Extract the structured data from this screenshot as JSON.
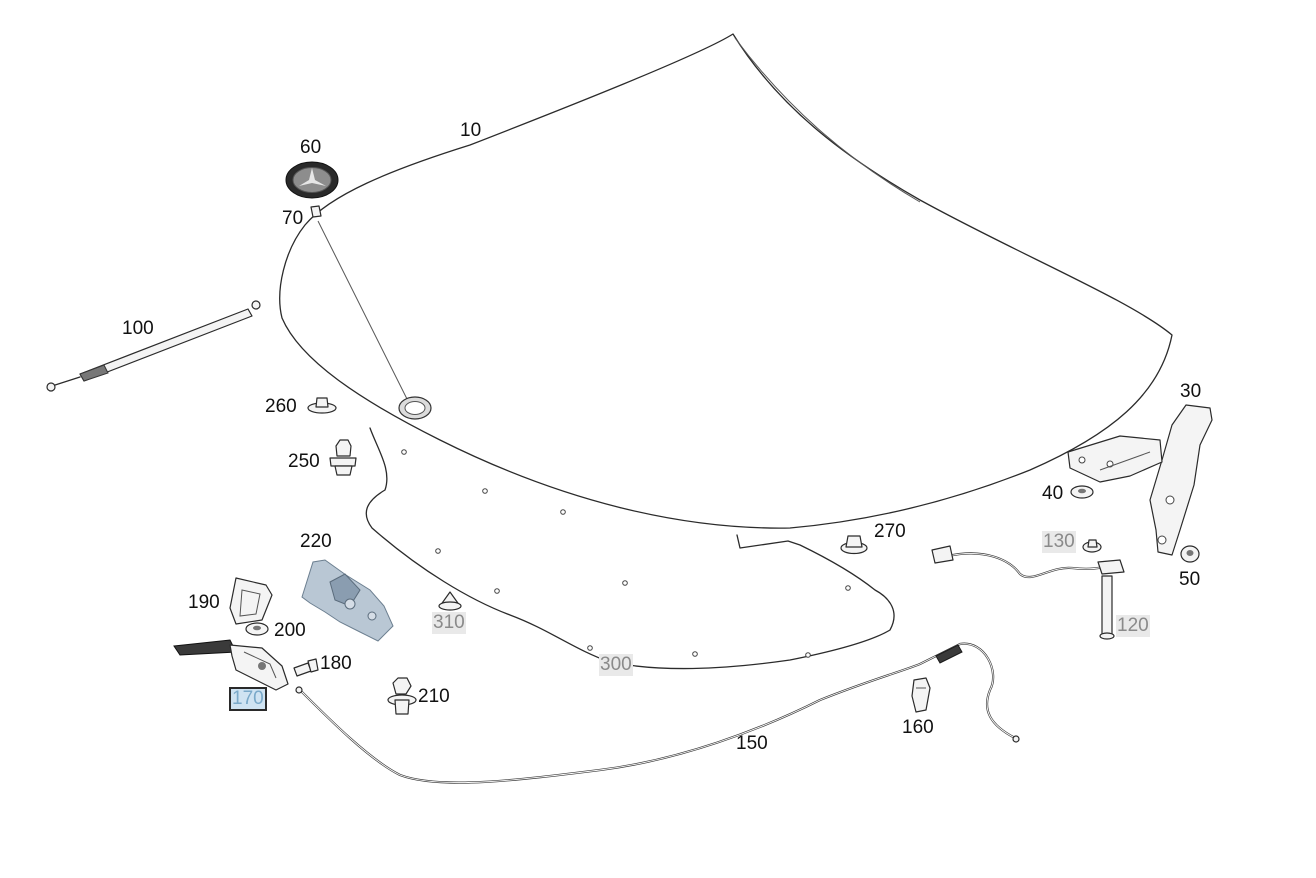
{
  "diagram": {
    "callouts": [
      {
        "id": "10",
        "label": "10",
        "style": "normal"
      },
      {
        "id": "30",
        "label": "30",
        "style": "normal"
      },
      {
        "id": "40",
        "label": "40",
        "style": "normal"
      },
      {
        "id": "50",
        "label": "50",
        "style": "normal"
      },
      {
        "id": "60",
        "label": "60",
        "style": "normal"
      },
      {
        "id": "70",
        "label": "70",
        "style": "normal"
      },
      {
        "id": "100",
        "label": "100",
        "style": "normal"
      },
      {
        "id": "120",
        "label": "120",
        "style": "muted"
      },
      {
        "id": "130",
        "label": "130",
        "style": "muted"
      },
      {
        "id": "150",
        "label": "150",
        "style": "normal"
      },
      {
        "id": "160",
        "label": "160",
        "style": "normal"
      },
      {
        "id": "170",
        "label": "170",
        "style": "highlight"
      },
      {
        "id": "180",
        "label": "180",
        "style": "normal"
      },
      {
        "id": "190",
        "label": "190",
        "style": "normal"
      },
      {
        "id": "200",
        "label": "200",
        "style": "normal"
      },
      {
        "id": "210",
        "label": "210",
        "style": "normal"
      },
      {
        "id": "220",
        "label": "220",
        "style": "normal"
      },
      {
        "id": "250",
        "label": "250",
        "style": "normal"
      },
      {
        "id": "260",
        "label": "260",
        "style": "normal"
      },
      {
        "id": "270",
        "label": "270",
        "style": "normal"
      },
      {
        "id": "300",
        "label": "300",
        "style": "muted"
      },
      {
        "id": "310",
        "label": "310",
        "style": "muted"
      }
    ],
    "colors": {
      "highlight_fill": "#cfe3f2",
      "highlight_text": "#7aa9c9",
      "muted_fill": "#e9e9e9",
      "muted_text": "#8a8a8a",
      "line": "#2b2b2b"
    }
  }
}
